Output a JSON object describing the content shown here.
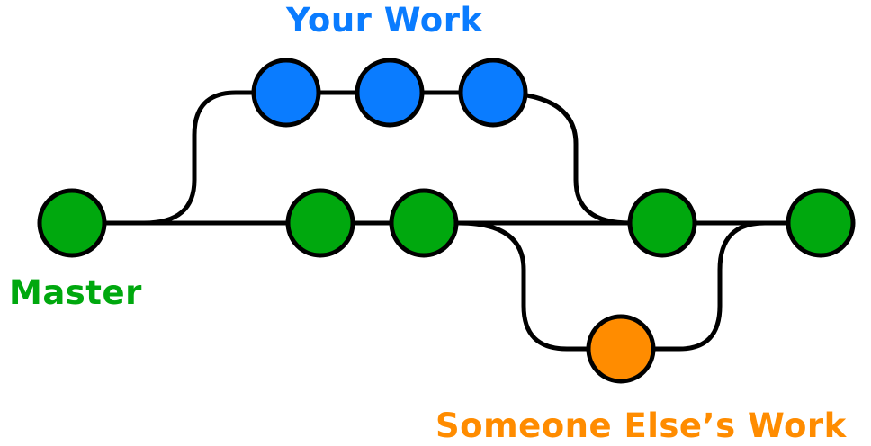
{
  "labels": {
    "your_work": "Your Work",
    "master": "Master",
    "someone_else": "Someone Else’s Work"
  },
  "colors": {
    "master": "#00a80e",
    "your_work": "#0a7cff",
    "someone_else": "#ff8c00",
    "line": "#000000"
  }
}
